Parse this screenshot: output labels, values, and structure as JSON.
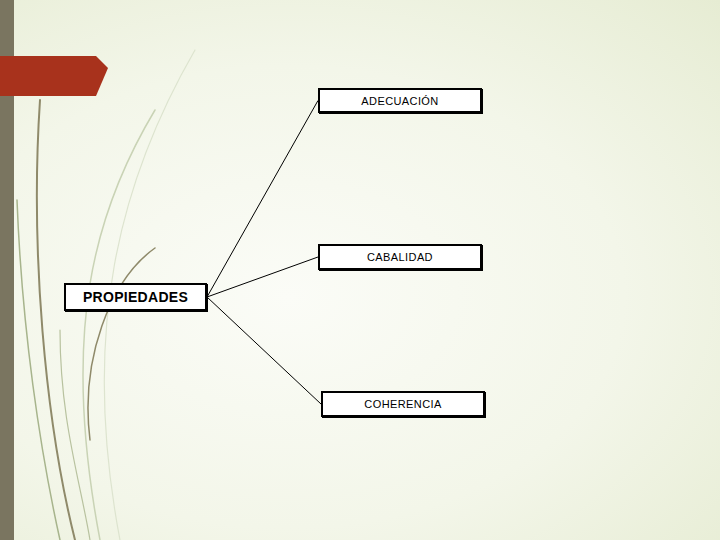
{
  "diagram": {
    "nodes": [
      {
        "text": [
          "PROPIEDADES"
        ]
      },
      {
        "text": [
          "ADECUACIÓN"
        ]
      },
      {
        "text": [
          "CABALIDAD"
        ]
      },
      {
        "text": [
          "COHERENCIA"
        ]
      }
    ],
    "edges": [
      {
        "from": 0,
        "to": 1,
        "arrow": "none"
      },
      {
        "from": 0,
        "to": 2,
        "arrow": "none"
      },
      {
        "from": 0,
        "to": 3,
        "arrow": "none"
      }
    ]
  }
}
